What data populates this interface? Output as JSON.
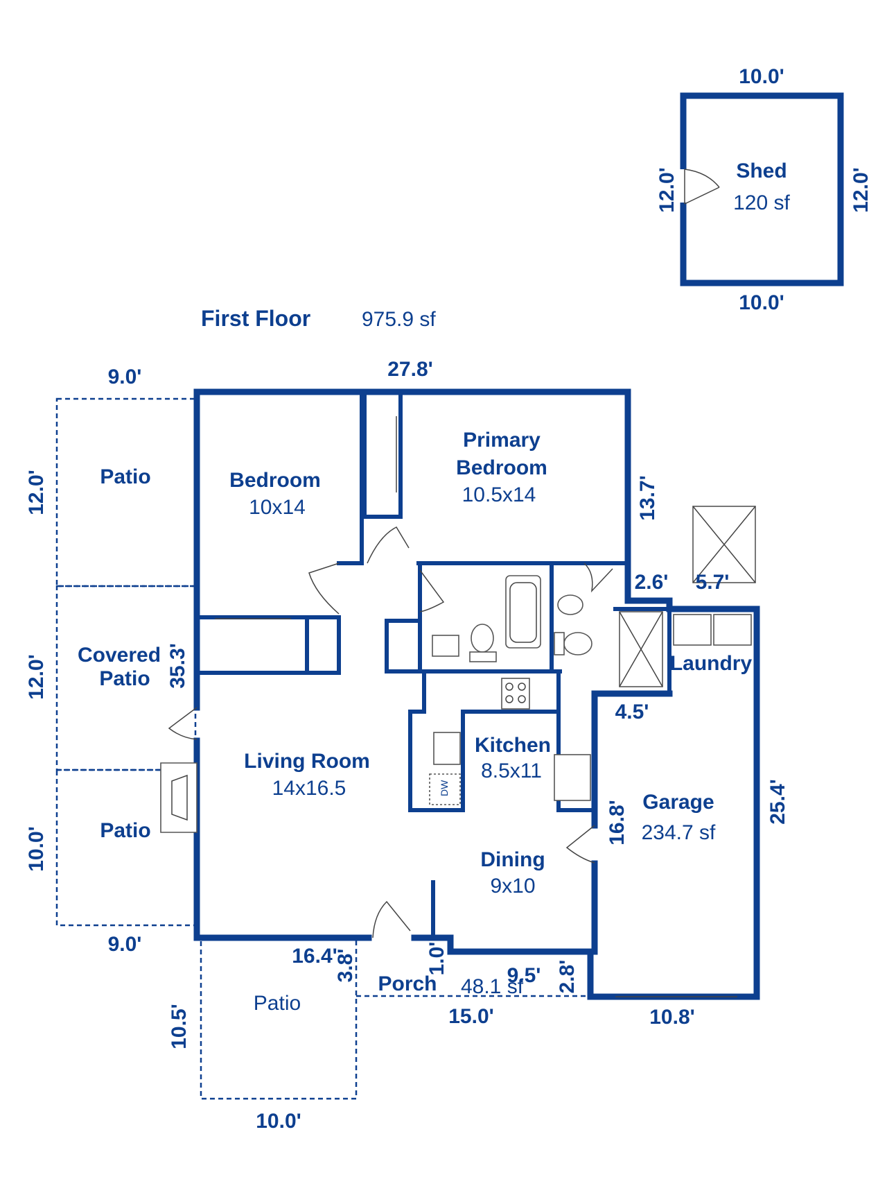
{
  "colors": {
    "wall": "#0d3f8f",
    "fixture": "#555555",
    "background": "#ffffff"
  },
  "header": {
    "title": "First Floor",
    "area": "975.9 sf"
  },
  "shed": {
    "name": "Shed",
    "area": "120 sf",
    "dims": {
      "top": "10.0'",
      "bottom": "10.0'",
      "left": "12.0'",
      "right": "12.0'"
    }
  },
  "rooms": {
    "bedroom": {
      "name": "Bedroom",
      "size": "10x14"
    },
    "primary": {
      "name_line1": "Primary",
      "name_line2": "Bedroom",
      "size": "10.5x14"
    },
    "living": {
      "name": "Living Room",
      "size": "14x16.5"
    },
    "kitchen": {
      "name": "Kitchen",
      "size": "8.5x11"
    },
    "dining": {
      "name": "Dining",
      "size": "9x10"
    },
    "garage": {
      "name": "Garage",
      "area": "234.7 sf"
    },
    "laundry": {
      "name": "Laundry"
    },
    "porch": {
      "name": "Porch",
      "area": "48.1 sf"
    },
    "patio_top": {
      "name": "Patio"
    },
    "covered_patio": {
      "name_line1": "Covered",
      "name_line2": "Patio"
    },
    "patio_left": {
      "name": "Patio"
    },
    "patio_bottom": {
      "name": "Patio"
    }
  },
  "fixtures": {
    "dishwasher": "DW"
  },
  "dims": {
    "top_total": "27.8'",
    "patio_top_width": "9.0'",
    "patio_top_depth": "12.0'",
    "covered_patio_depth": "12.0'",
    "patio_left_depth": "10.0'",
    "patio_left_width": "9.0'",
    "house_left": "35.3'",
    "primary_right": "13.7'",
    "step_a": "2.6'",
    "step_b": "5.7'",
    "garage_step": "4.5'",
    "garage_side": "25.4'",
    "garage_left": "16.8'",
    "garage_bottom": "10.8'",
    "bottom_left": "16.4'",
    "porch_step": "3.8'",
    "porch_small": "1.0'",
    "dining_bottom": "9.5'",
    "porch_right": "2.8'",
    "porch_width": "15.0'",
    "patio_bottom_depth": "10.5'",
    "patio_bottom_width": "10.0'"
  }
}
